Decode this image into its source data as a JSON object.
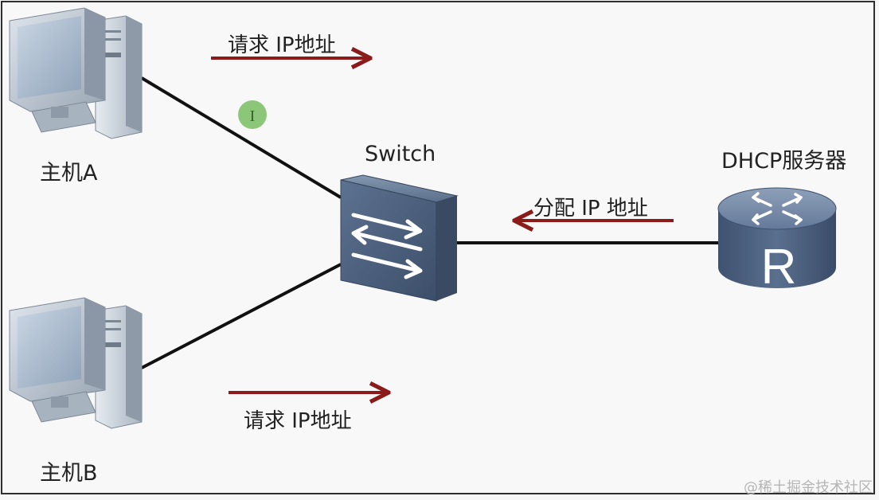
{
  "nodes": {
    "host_a": {
      "label": "主机A"
    },
    "host_b": {
      "label": "主机B"
    },
    "switch": {
      "label": "Switch"
    },
    "dhcp_server": {
      "label": "DHCP服务器",
      "symbol": "R"
    }
  },
  "messages": {
    "top": {
      "text": "请求 IP地址",
      "direction": "right"
    },
    "middle": {
      "text": "分配 IP  地址",
      "direction": "left"
    },
    "bottom": {
      "text": "请求 IP地址",
      "direction": "right"
    }
  },
  "cursor": {
    "glyph": "I"
  },
  "watermark": "@稀土掘金技术社区",
  "colors": {
    "arrow": "#8b1a1a",
    "link": "#111111",
    "device": "#4a5f7c",
    "computer": "#b9c3cf",
    "cursor_dot": "#7fc06a"
  }
}
